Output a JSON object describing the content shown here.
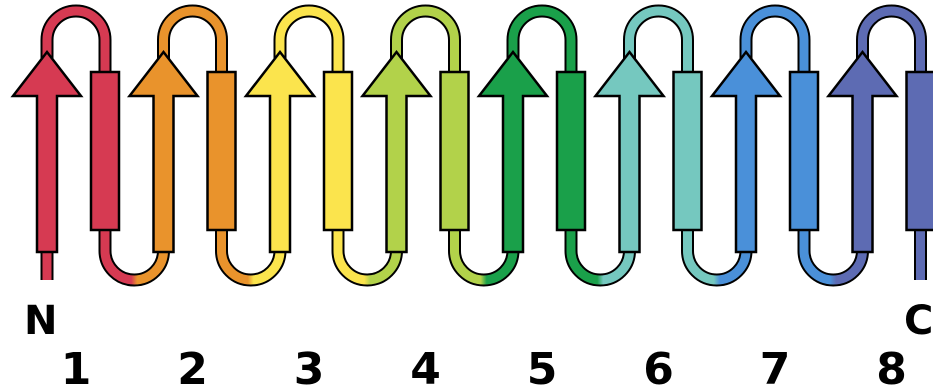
{
  "diagram": {
    "n_terminus": "N",
    "c_terminus": "C",
    "units": [
      {
        "number": "1",
        "color": "#d63a52"
      },
      {
        "number": "2",
        "color": "#e9932c"
      },
      {
        "number": "3",
        "color": "#fbe44d"
      },
      {
        "number": "4",
        "color": "#b2d24a"
      },
      {
        "number": "5",
        "color": "#1aa04a"
      },
      {
        "number": "6",
        "color": "#75c8bf"
      },
      {
        "number": "7",
        "color": "#4a90d9"
      },
      {
        "number": "8",
        "color": "#5d6bb3"
      }
    ]
  }
}
